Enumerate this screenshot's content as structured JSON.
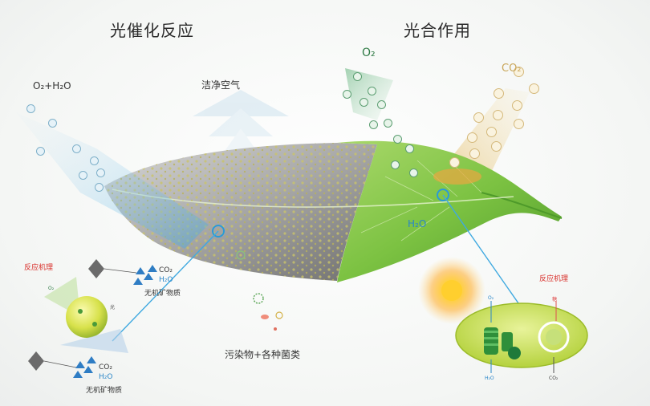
{
  "titles": {
    "left": "光催化反应",
    "right": "光合作用"
  },
  "labels": {
    "o2_h2o": "O₂+H₂O",
    "clean_air": "洁净空气",
    "o2_top": "O₂",
    "co2_top": "CO₂",
    "h2o_leaf": "H₂O",
    "pollutants": "污染物+各种菌类",
    "mechanism_left": "反应机理",
    "mechanism_right": "反应机理",
    "co2_a": "CO₂",
    "h2o_a": "H₂O",
    "minerals_a": "无机矿物质",
    "co2_b": "CO₂",
    "h2o_b": "H₂O",
    "minerals_b": "无机矿物质",
    "light": "光",
    "o2_small": "O₂",
    "chloro_o2": "O₂",
    "chloro_h2o": "H₂O",
    "chloro_co2": "CO₂",
    "chloro_sugar": "糖"
  },
  "colors": {
    "leaf_green": "#7cc242",
    "leaf_dark": "#4e9a2a",
    "leaf_gray": "#9a9a9a",
    "beam_blue": "#3fa9e0",
    "title_dark": "#2b2b2b",
    "red_label": "#d9302b",
    "co2_gold": "#c9a659"
  },
  "icons": [
    "sun-icon",
    "chloroplast-icon",
    "catalyst-sphere-icon",
    "pollutant-diamond-icon",
    "bacteria-icon"
  ]
}
